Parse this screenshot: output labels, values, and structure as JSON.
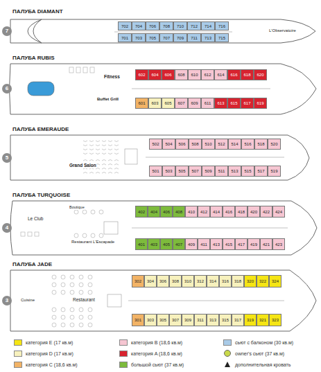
{
  "diagram": {
    "nodes": [
      {
        "text": [
          "7"
        ]
      },
      {
        "text": [
          "702"
        ]
      },
      {
        "text": [
          "704"
        ]
      },
      {
        "text": [
          "706"
        ]
      },
      {
        "text": [
          "708"
        ]
      },
      {
        "text": [
          "710"
        ]
      },
      {
        "text": [
          "712"
        ]
      },
      {
        "text": [
          "714"
        ]
      },
      {
        "text": [
          "716"
        ]
      },
      {
        "text": [
          "701"
        ]
      },
      {
        "text": [
          "703"
        ]
      },
      {
        "text": [
          "705"
        ]
      },
      {
        "text": [
          "707"
        ]
      },
      {
        "text": [
          "709"
        ]
      },
      {
        "text": [
          "711"
        ]
      },
      {
        "text": [
          "713"
        ]
      },
      {
        "text": [
          "715"
        ]
      },
      {
        "text": [
          "6"
        ]
      },
      {
        "text": [
          "602"
        ]
      },
      {
        "text": [
          "604"
        ]
      },
      {
        "text": [
          "606"
        ]
      },
      {
        "text": [
          "608"
        ]
      },
      {
        "text": [
          "610"
        ]
      },
      {
        "text": [
          "612"
        ]
      },
      {
        "text": [
          "614"
        ]
      },
      {
        "text": [
          "616"
        ]
      },
      {
        "text": [
          "618"
        ]
      },
      {
        "text": [
          "620"
        ]
      },
      {
        "text": [
          "601"
        ]
      },
      {
        "text": [
          "603"
        ]
      },
      {
        "text": [
          "605"
        ]
      },
      {
        "text": [
          "607"
        ]
      },
      {
        "text": [
          "609"
        ]
      },
      {
        "text": [
          "611"
        ]
      },
      {
        "text": [
          "613"
        ]
      },
      {
        "text": [
          "615"
        ]
      },
      {
        "text": [
          "617"
        ]
      },
      {
        "text": [
          "619"
        ]
      },
      {
        "text": [
          "5"
        ]
      },
      {
        "text": [
          "502"
        ]
      },
      {
        "text": [
          "504"
        ]
      },
      {
        "text": [
          "506"
        ]
      },
      {
        "text": [
          "508"
        ]
      },
      {
        "text": [
          "510"
        ]
      },
      {
        "text": [
          "512"
        ]
      },
      {
        "text": [
          "514"
        ]
      },
      {
        "text": [
          "516"
        ]
      },
      {
        "text": [
          "518"
        ]
      },
      {
        "text": [
          "520"
        ]
      },
      {
        "text": [
          "501"
        ]
      },
      {
        "text": [
          "503"
        ]
      },
      {
        "text": [
          "505"
        ]
      },
      {
        "text": [
          "507"
        ]
      },
      {
        "text": [
          "509"
        ]
      },
      {
        "text": [
          "511"
        ]
      },
      {
        "text": [
          "513"
        ]
      },
      {
        "text": [
          "515"
        ]
      },
      {
        "text": [
          "517"
        ]
      },
      {
        "text": [
          "519"
        ]
      },
      {
        "text": [
          "4"
        ]
      },
      {
        "text": [
          "402"
        ]
      },
      {
        "text": [
          "404"
        ]
      },
      {
        "text": [
          "406"
        ]
      },
      {
        "text": [
          "408"
        ]
      },
      {
        "text": [
          "410"
        ]
      },
      {
        "text": [
          "412"
        ]
      },
      {
        "text": [
          "414"
        ]
      },
      {
        "text": [
          "416"
        ]
      },
      {
        "text": [
          "418"
        ]
      },
      {
        "text": [
          "420"
        ]
      },
      {
        "text": [
          "422"
        ]
      },
      {
        "text": [
          "424"
        ]
      },
      {
        "text": [
          "401"
        ]
      },
      {
        "text": [
          "403"
        ]
      },
      {
        "text": [
          "405"
        ]
      },
      {
        "text": [
          "407"
        ]
      },
      {
        "text": [
          "409"
        ]
      },
      {
        "text": [
          "411"
        ]
      },
      {
        "text": [
          "413"
        ]
      },
      {
        "text": [
          "415"
        ]
      },
      {
        "text": [
          "417"
        ]
      },
      {
        "text": [
          "419"
        ]
      },
      {
        "text": [
          "421"
        ]
      },
      {
        "text": [
          "423"
        ]
      },
      {
        "text": [
          "3"
        ]
      },
      {
        "text": [
          "302"
        ]
      },
      {
        "text": [
          "304"
        ]
      },
      {
        "text": [
          "306"
        ]
      },
      {
        "text": [
          "308"
        ]
      },
      {
        "text": [
          "310"
        ]
      },
      {
        "text": [
          "312"
        ]
      },
      {
        "text": [
          "314"
        ]
      },
      {
        "text": [
          "316"
        ]
      },
      {
        "text": [
          "318"
        ]
      },
      {
        "text": [
          "320"
        ]
      },
      {
        "text": [
          "322"
        ]
      },
      {
        "text": [
          "324"
        ]
      },
      {
        "text": [
          "301"
        ]
      },
      {
        "text": [
          "303"
        ]
      },
      {
        "text": [
          "305"
        ]
      },
      {
        "text": [
          "307"
        ]
      },
      {
        "text": [
          "309"
        ]
      },
      {
        "text": [
          "311"
        ]
      },
      {
        "text": [
          "313"
        ]
      },
      {
        "text": [
          "315"
        ]
      },
      {
        "text": [
          "317"
        ]
      },
      {
        "text": [
          "319"
        ]
      },
      {
        "text": [
          "321"
        ]
      },
      {
        "text": [
          "323"
        ]
      }
    ],
    "labels": [
      "ПАЛУБА DIAMANT",
      "L'Observatoire",
      "ПАЛУБА RUBIS",
      "Fitness",
      "Buffet Grill",
      "ПАЛУБА EMERAUDE",
      "Grand Salon",
      "ПАЛУБА TURQUOISE",
      "Le Club",
      "Boutique",
      "Restaurant L'Escapade",
      "ПАЛУБА JADE",
      "Cuisine",
      "Restaurant"
    ],
    "legend": [
      {
        "text": "категория E (17 кв.м)",
        "color": "#f5e514"
      },
      {
        "text": "категория D (17 кв.м)",
        "color": "#f7f1bd"
      },
      {
        "text": "категория C (18,6 кв.м)",
        "color": "#f2b366"
      },
      {
        "text": "категория B (18,6 кв.м)",
        "color": "#f6c6d2"
      },
      {
        "text": "категория A (18,6 кв.м)",
        "color": "#d8232f"
      },
      {
        "text": "большой сьют (37 кв.м)",
        "color": "#7dbb3c"
      },
      {
        "text": "сьют с балконом (30 кв.м)",
        "color": "#a9cbe8"
      },
      {
        "text": "owner's сьют (37 кв.м)"
      },
      {
        "text": "дополнительная кровать"
      }
    ]
  }
}
